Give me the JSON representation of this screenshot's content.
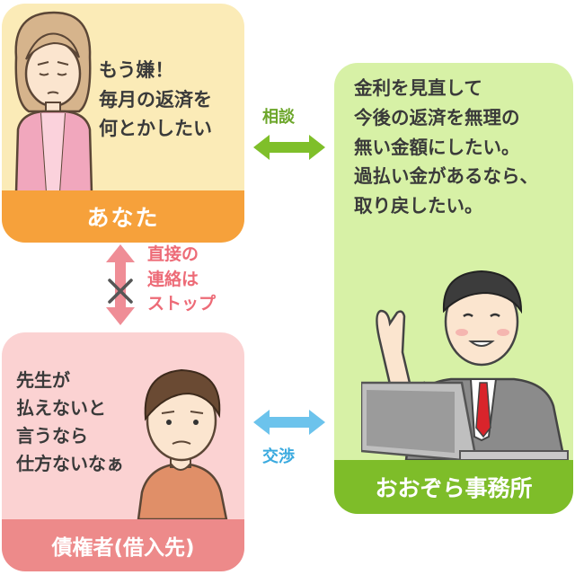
{
  "you": {
    "speech": "もう嫌！\n毎月の返済を\n何とかしたい",
    "label": "あなた"
  },
  "office": {
    "speech": "金利を見直して\n今後の返済を無理の\n無い金額にしたい。\n過払い金があるなら、\n取り戻したい。",
    "label": "おおぞら事務所"
  },
  "creditor": {
    "speech": "先生が\n払えないと\n言うなら\n仕方ないなぁ",
    "label": "債権者(借入先)"
  },
  "edges": {
    "consult": "相談",
    "negotiate": "交渉",
    "stop": "直接の\n連絡は\nストップ"
  },
  "colors": {
    "you_bg": "#fbebb7",
    "you_accent": "#f6a13b",
    "office_bg": "#d7f1a6",
    "office_accent": "#7ebd29",
    "creditor_bg": "#fbd2d2",
    "creditor_accent": "#ed8a8a",
    "consult_arrow": "#7fbf2a",
    "negotiate_arrow": "#6cc3ec",
    "stop_arrow": "#ef8d96"
  }
}
